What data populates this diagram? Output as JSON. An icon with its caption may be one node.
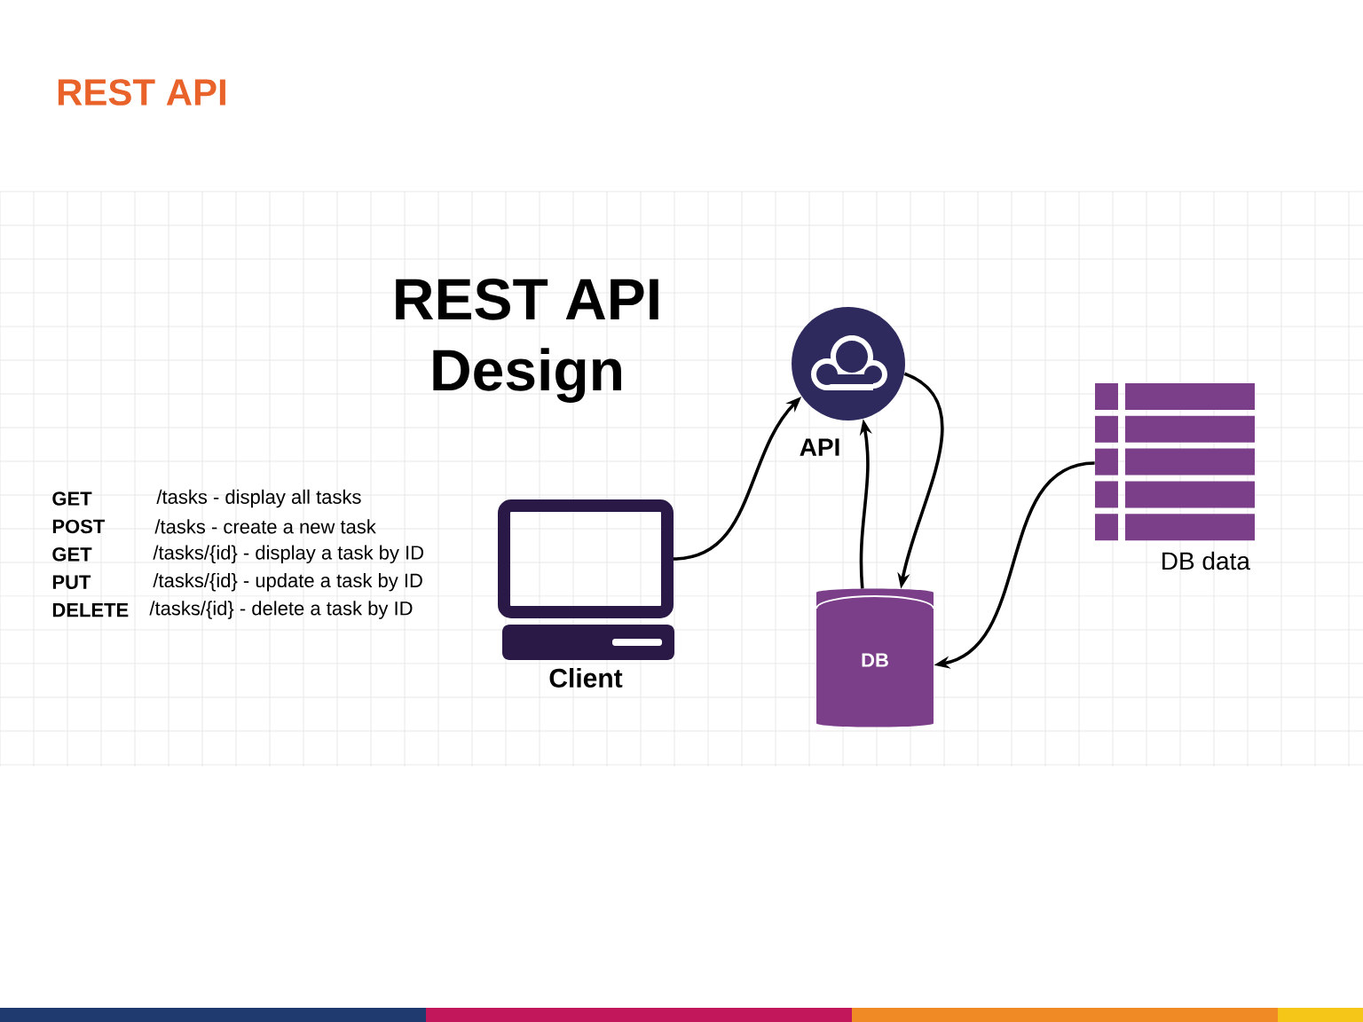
{
  "diagram": {
    "title": "REST API",
    "nodes": [
      {
        "text": [
          "Client"
        ]
      },
      {
        "text": [
          "API"
        ]
      },
      {
        "text": [
          "DB"
        ]
      },
      {
        "text": [
          "DB data"
        ]
      }
    ],
    "edges": [
      {
        "from": 0,
        "to": 1,
        "arrow": "to"
      },
      {
        "from": 1,
        "to": 2,
        "arrow": "to"
      },
      {
        "from": 2,
        "to": 1,
        "arrow": "to"
      },
      {
        "from": 3,
        "to": 2,
        "arrow": "to"
      }
    ],
    "labels": [
      "REST API Design",
      "GET",
      "/tasks - display all tasks",
      "POST",
      "/tasks - create a new task",
      "GET",
      "/tasks/{id} - display a task by ID",
      "PUT",
      "/tasks/{id} - update a task by ID",
      "DELETE",
      "/tasks/{id} - delete a task by ID"
    ]
  }
}
